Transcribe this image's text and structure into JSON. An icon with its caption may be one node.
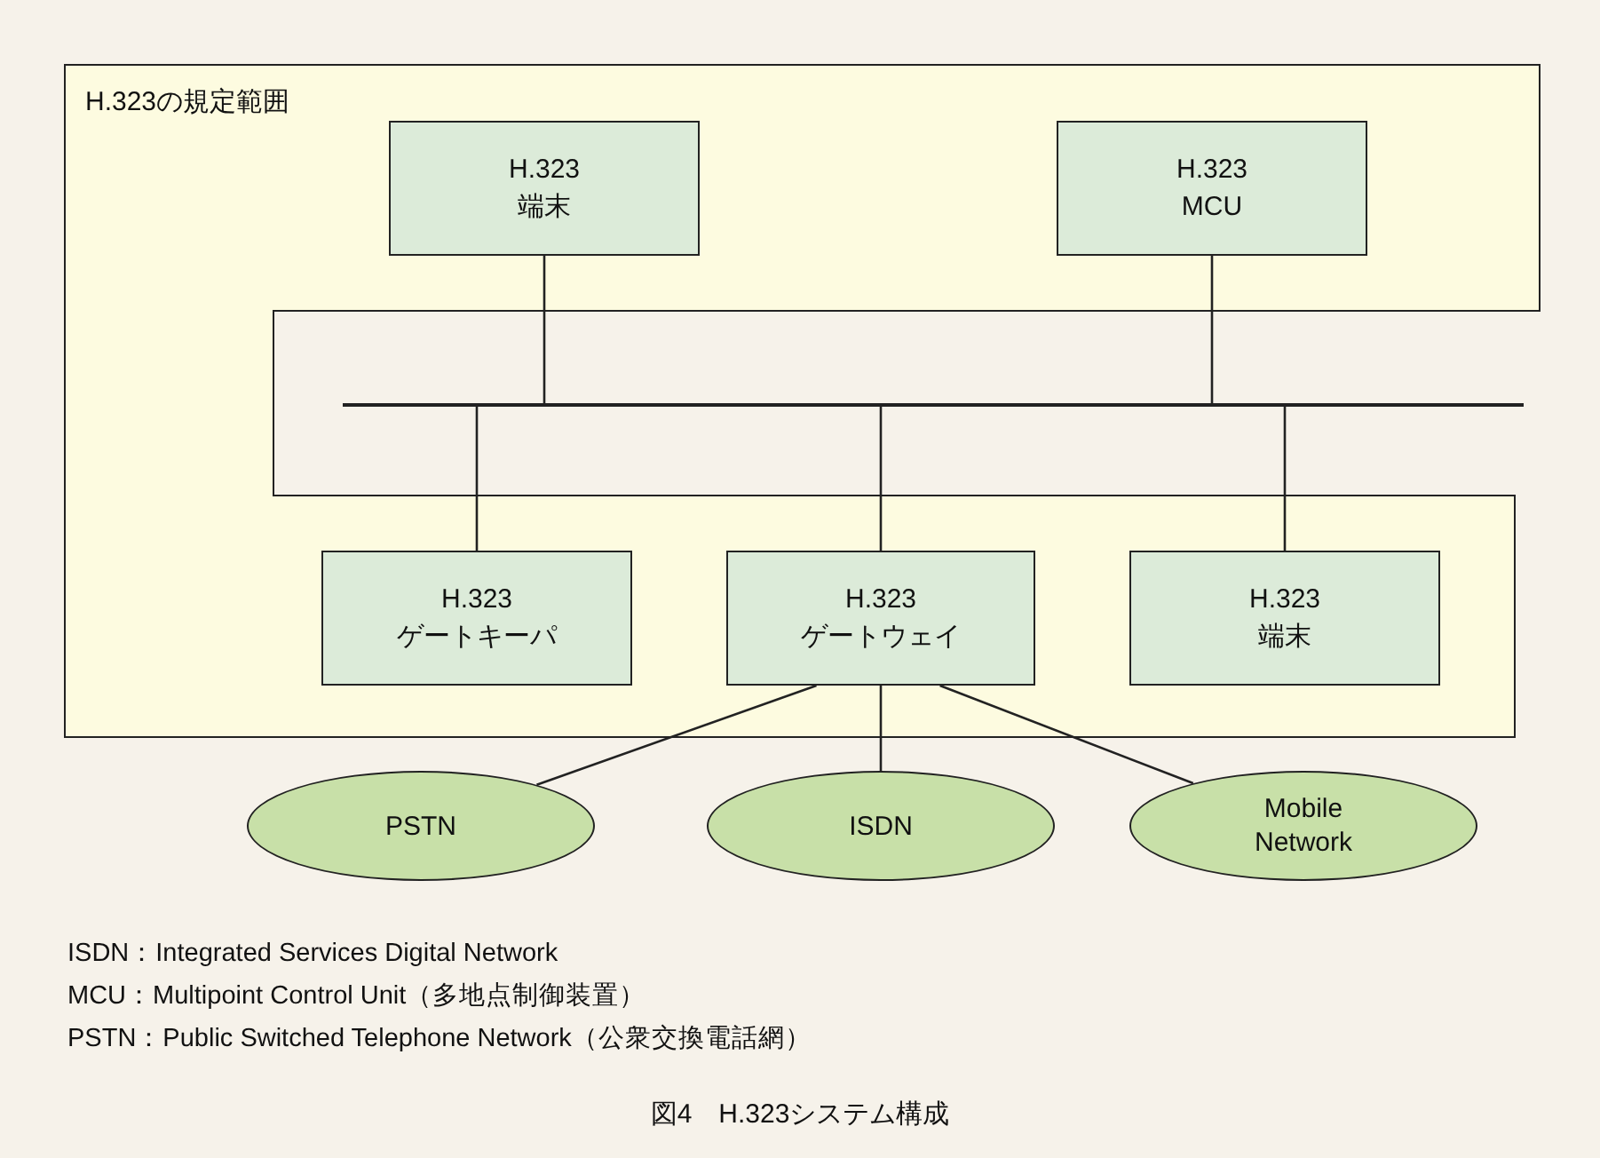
{
  "diagram": {
    "caption": "図4　H.323システム構成",
    "nodes": [
      {
        "text": [
          "H.323の規定範囲"
        ]
      },
      {
        "text": [
          "H.323 端末"
        ],
        "in": 0
      },
      {
        "text": [
          "H.323 MCU"
        ],
        "in": 0
      },
      {
        "text": [],
        "shape": "bar"
      },
      {
        "text": [
          "H.323 ゲートキーパ"
        ],
        "in": 0
      },
      {
        "text": [
          "H.323 ゲートウェイ"
        ],
        "in": 0
      },
      {
        "text": [
          "H.323 端末"
        ],
        "in": 0
      },
      {
        "text": [
          "PSTN"
        ]
      },
      {
        "text": [
          "ISDN"
        ]
      },
      {
        "text": [
          "Mobile Network"
        ]
      }
    ],
    "edges": [
      {
        "from": 1,
        "to": 3,
        "arrow": "none"
      },
      {
        "from": 2,
        "to": 3,
        "arrow": "none"
      },
      {
        "from": 3,
        "to": 4,
        "arrow": "none"
      },
      {
        "from": 3,
        "to": 5,
        "arrow": "none"
      },
      {
        "from": 3,
        "to": 6,
        "arrow": "none"
      },
      {
        "from": 5,
        "to": 7,
        "arrow": "none"
      },
      {
        "from": 5,
        "to": 8,
        "arrow": "none"
      },
      {
        "from": 5,
        "to": 9,
        "arrow": "none"
      }
    ],
    "labels": [
      "ISDN：Integrated Services Digital Network",
      "MCU：Multipoint Control Unit（多地点制御装置）",
      "PSTN：Public Switched Telephone Network（公衆交換電話網）"
    ]
  }
}
